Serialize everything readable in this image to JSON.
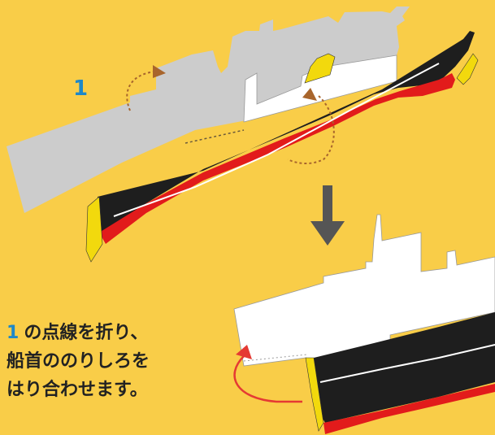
{
  "colors": {
    "background": "#F9CD48",
    "hull_black": "#1E1E1E",
    "hull_red": "#E21B1B",
    "accent_yellow": "#F2D90D",
    "paper_gray": "#CCCCCC",
    "paper_white": "#FFFFFF",
    "fold_arrow_brown": "#A8652C",
    "fold_arrow_red": "#E53A33",
    "down_arrow": "#555555",
    "step_number_blue": "#1E88C8",
    "text": "#222222"
  },
  "step": {
    "number": "1"
  },
  "instructions": {
    "number": "1",
    "line1_text": "の点線を折り、",
    "line2": "船首ののりしろを",
    "line3": "はり合わせます。"
  }
}
